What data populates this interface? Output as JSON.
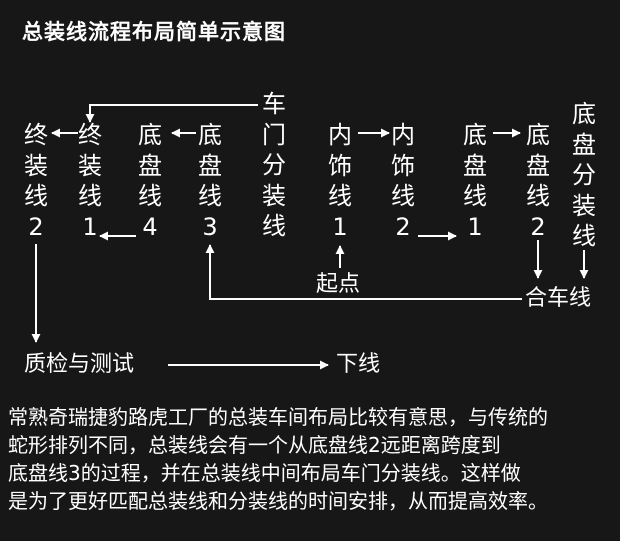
{
  "title": "总装线流程布局简单示意图",
  "stations": {
    "final_assembly_2": "终装线2",
    "final_assembly_1": "终装线1",
    "chassis_4": "底盘线4",
    "chassis_3": "底盘线3",
    "door_subassembly": "车门分装线",
    "interior_1": "内饰线1",
    "interior_2": "内饰线2",
    "chassis_1": "底盘线1",
    "chassis_2": "底盘线2",
    "chassis_subassembly": "底盘分装线"
  },
  "labels": {
    "start": "起点",
    "merge": "合车线",
    "quality": "质检与测试",
    "offline": "下线"
  },
  "description": [
    "常熟奇瑞捷豹路虎工厂的总装车间布局比较有意思，与传统的",
    "蛇形排列不同，总装线会有一个从底盘线2远距离跨度到",
    "底盘线3的过程，并在总装线中间布局车门分装线。这样做",
    "是为了更好匹配总装线和分装线的时间安排，从而提高效率。"
  ]
}
